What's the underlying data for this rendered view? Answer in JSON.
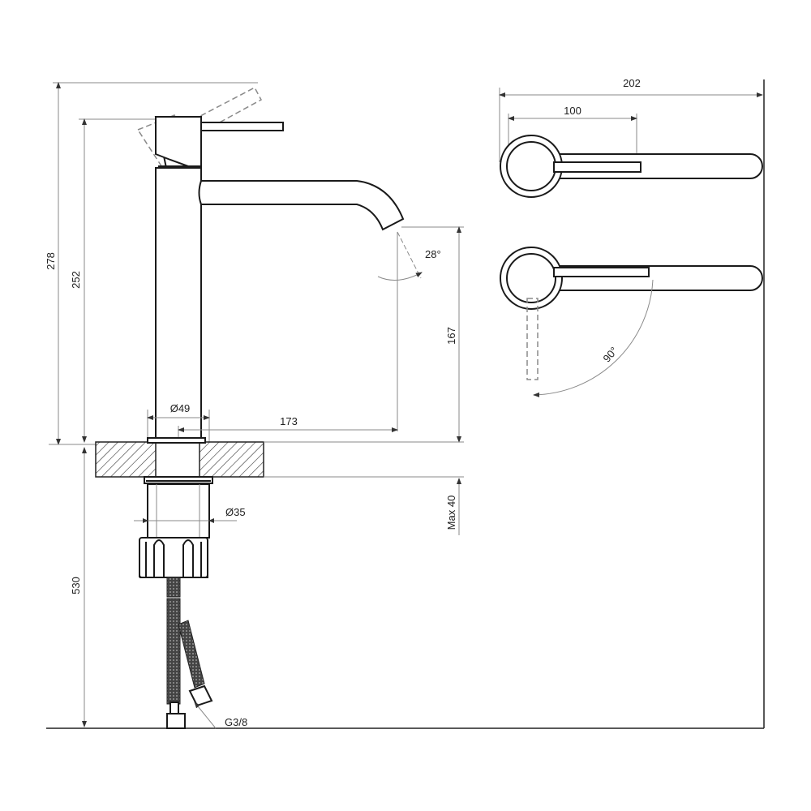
{
  "dimensions": {
    "overall_height": "278",
    "body_height": "252",
    "hose_length": "530",
    "spout_height": "167",
    "spout_reach": "173",
    "base_diameter": "Ø49",
    "shank_diameter": "Ø35",
    "max_counter_thickness": "Max 40",
    "connection_thread": "G3/8",
    "spray_angle": "28°",
    "handle_total_length": "202",
    "handle_reach": "100",
    "handle_rotation": "90°"
  }
}
